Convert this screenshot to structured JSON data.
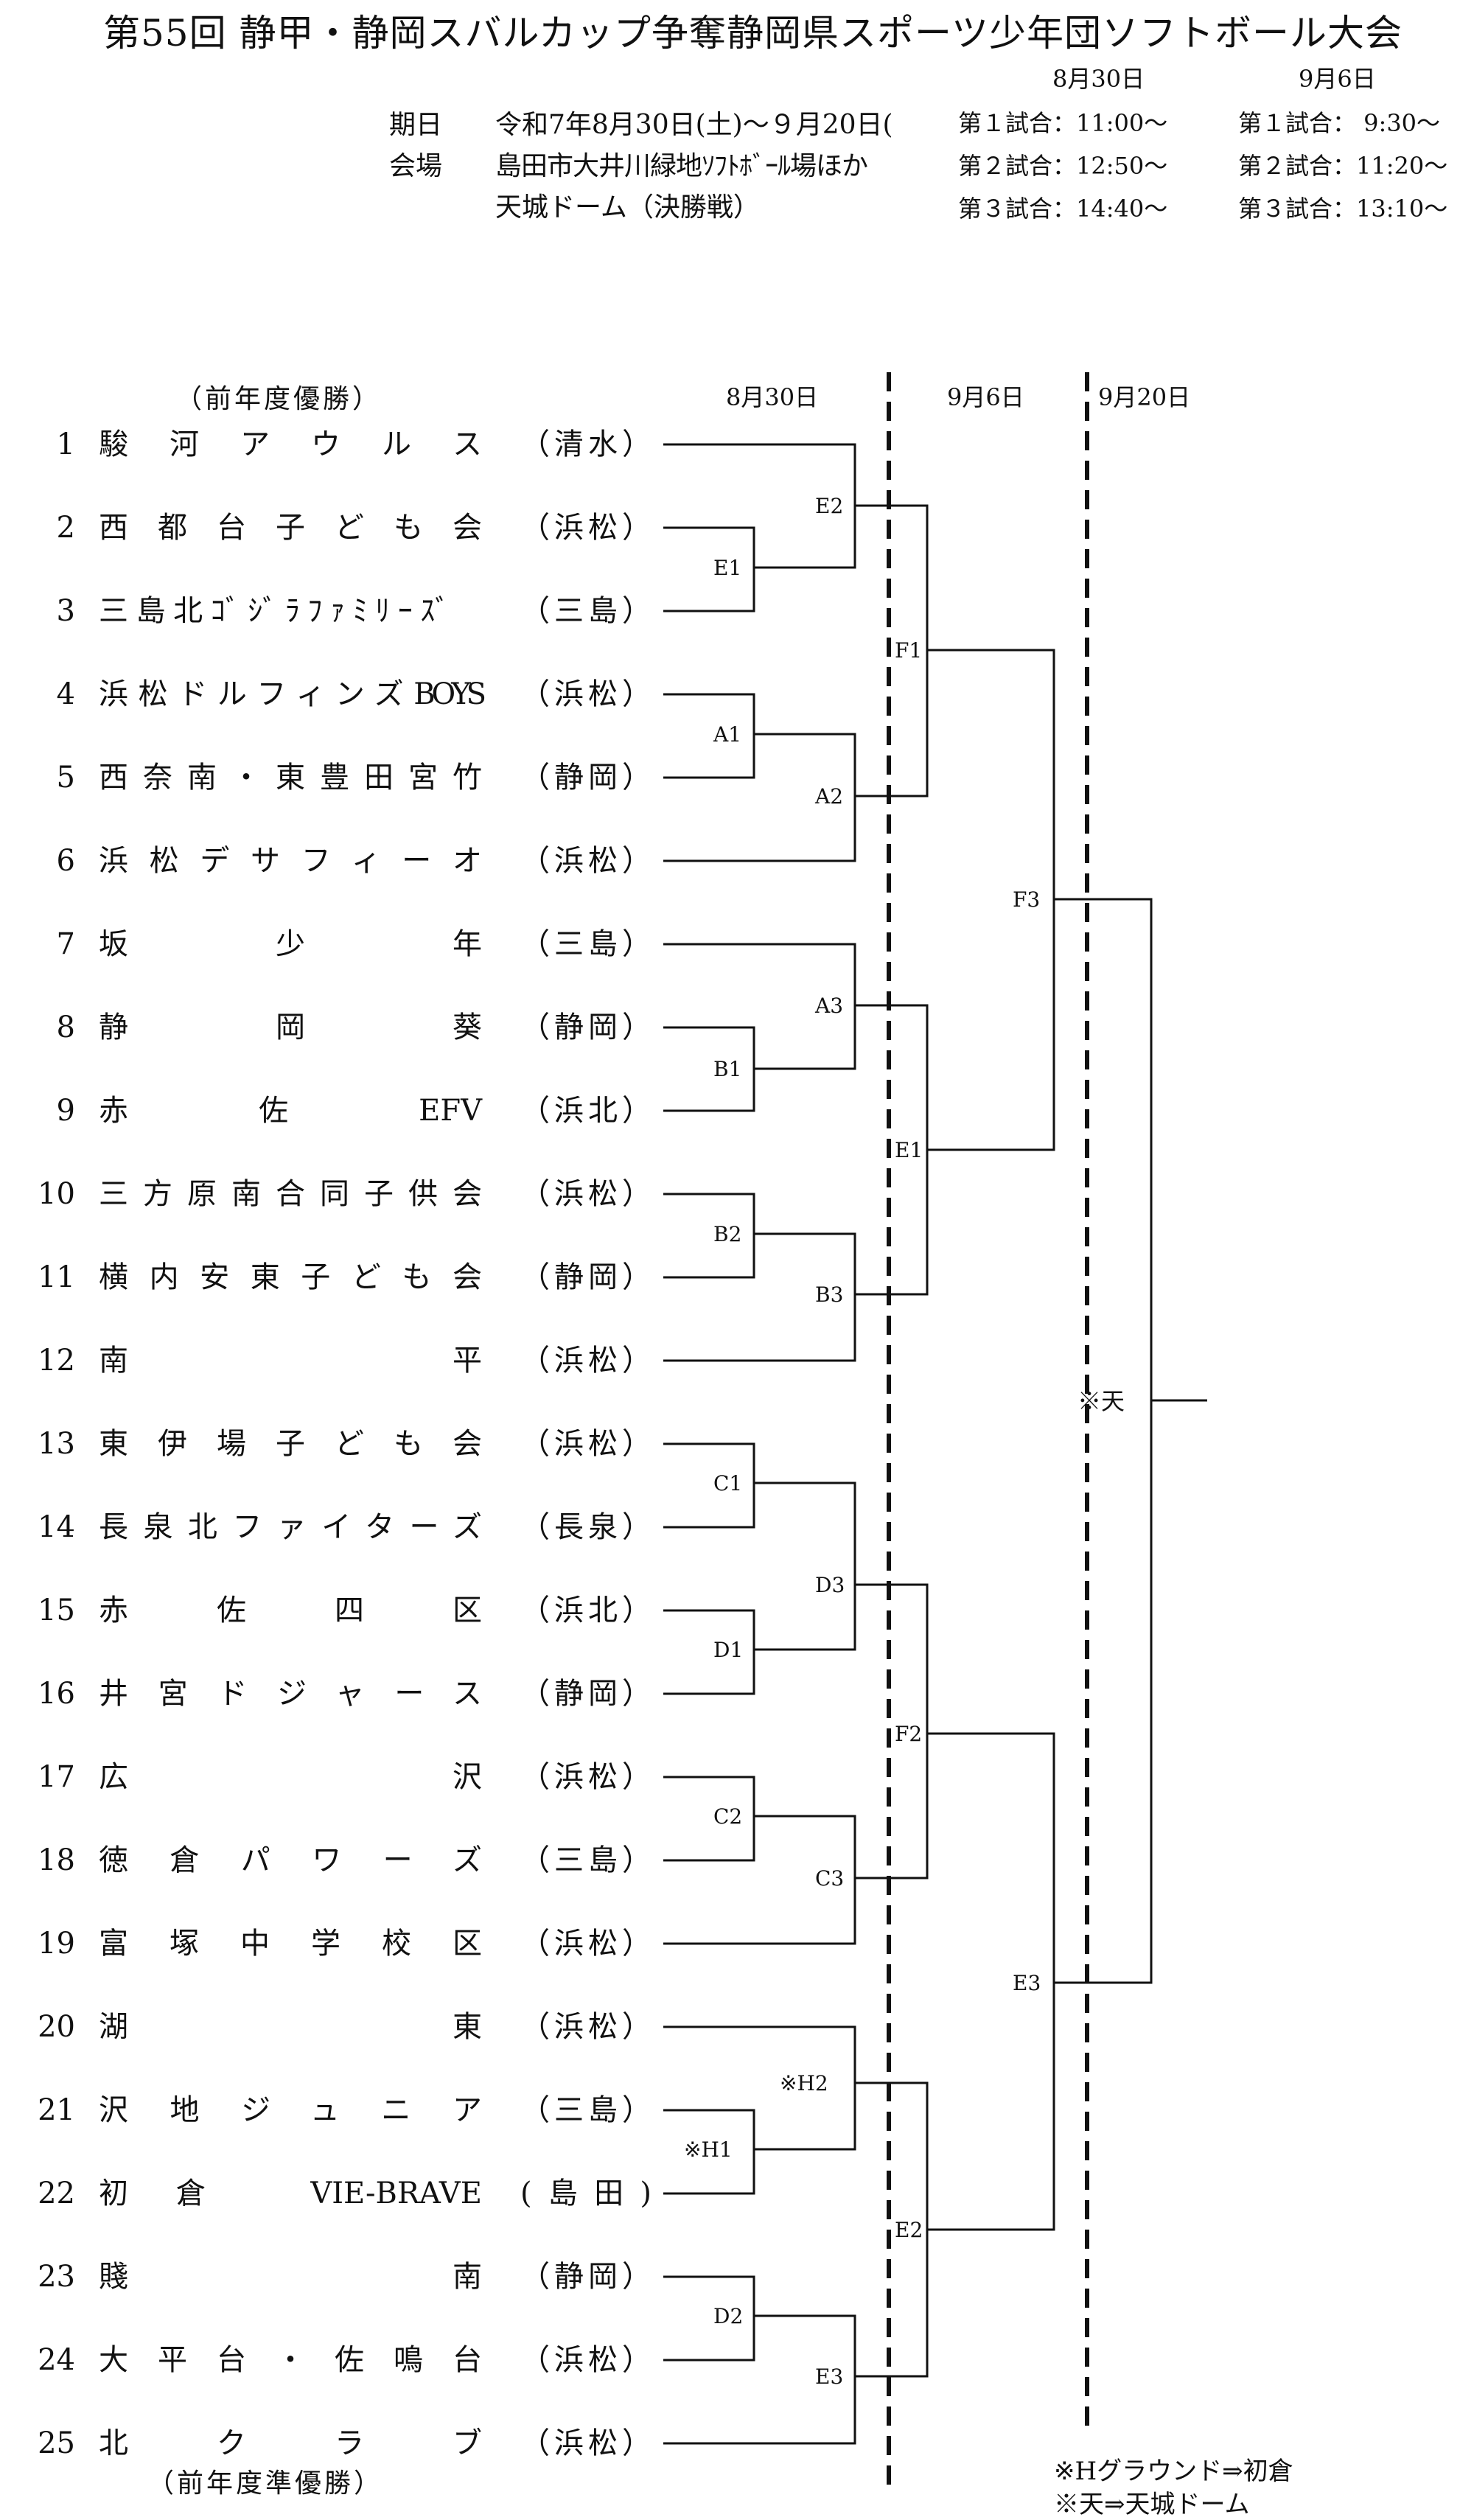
{
  "title": "第55回 静甲・静岡スバルカップ争奪静岡県スポーツ少年団ソフトボール大会",
  "info": {
    "period_label": "期日",
    "period_value": "令和7年8月30日(土)～９月20日(",
    "venue_label": "会場",
    "venue_value": "島田市大井川緑地ｿﾌﾄﾎﾞｰﾙ場ほか",
    "venue_value2": "天城ドーム（決勝戦）"
  },
  "schedule": {
    "day1": {
      "date": "8月30日",
      "games": [
        "第１試合：11:00～",
        "第２試合：12:50～",
        "第３試合：14:40～"
      ]
    },
    "day2": {
      "date": "9月6日",
      "games": [
        "第１試合： 9:30～",
        "第２試合：11:20～",
        "第３試合：13:10～"
      ]
    }
  },
  "bracket_dates": [
    "8月30日",
    "9月6日",
    "9月20日"
  ],
  "previous_winner": "（前年度優勝）",
  "previous_runner_up": "（前年度準優勝）",
  "teams": [
    {
      "num": "1",
      "name": "駿河アウルス",
      "pref": "（清水）"
    },
    {
      "num": "2",
      "name": "西都台子ども会",
      "pref": "（浜松）"
    },
    {
      "num": "3",
      "name": "三島北ｺﾞｼﾞﾗﾌｧﾐﾘｰｽﾞ",
      "pref": "（三島）"
    },
    {
      "num": "4",
      "name": "浜松ドルフィンズBOYS",
      "pref": "（浜松）"
    },
    {
      "num": "5",
      "name": "西奈南・東豊田宮竹",
      "pref": "（静岡）"
    },
    {
      "num": "6",
      "name": "浜松デサフィーオ",
      "pref": "（浜松）"
    },
    {
      "num": "7",
      "name": "坂少年",
      "pref": "（三島）"
    },
    {
      "num": "8",
      "name": "静岡葵",
      "pref": "（静岡）"
    },
    {
      "num": "9",
      "name": "赤佐EFV",
      "pref": "（浜北）"
    },
    {
      "num": "10",
      "name": "三方原南合同子供会",
      "pref": "（浜松）"
    },
    {
      "num": "11",
      "name": "横内安東子ども会",
      "pref": "（静岡）"
    },
    {
      "num": "12",
      "name": "南平",
      "pref": "（浜松）"
    },
    {
      "num": "13",
      "name": "東伊場子ども会",
      "pref": "（浜松）"
    },
    {
      "num": "14",
      "name": "長泉北ファイターズ",
      "pref": "（長泉）"
    },
    {
      "num": "15",
      "name": "赤佐四区",
      "pref": "（浜北）"
    },
    {
      "num": "16",
      "name": "井宮ドジャース",
      "pref": "（静岡）"
    },
    {
      "num": "17",
      "name": "広沢",
      "pref": "（浜松）"
    },
    {
      "num": "18",
      "name": "徳倉パワーズ",
      "pref": "（三島）"
    },
    {
      "num": "19",
      "name": "富塚中学校区",
      "pref": "（浜松）"
    },
    {
      "num": "20",
      "name": "湖東",
      "pref": "（浜松）"
    },
    {
      "num": "21",
      "name": "沢地ジュニア",
      "pref": "（三島）"
    },
    {
      "num": "22",
      "name": "初倉 VIE-BRAVE",
      "pref": "(島田)"
    },
    {
      "num": "23",
      "name": "賤南",
      "pref": "（静岡）"
    },
    {
      "num": "24",
      "name": "大平台・佐鳴台",
      "pref": "（浜松）"
    },
    {
      "num": "25",
      "name": "北クラブ",
      "pref": "（浜松）"
    }
  ],
  "game_labels": {
    "r1": [
      "E1",
      "A1",
      "B1",
      "B2",
      "C1",
      "D1",
      "C2",
      "※H1",
      "D2"
    ],
    "r2": [
      "E2",
      "A2",
      "A3",
      "B3",
      "D3",
      "C3",
      "※H2",
      "E3"
    ],
    "r3": [
      "F1",
      "E1",
      "F2",
      "E2"
    ],
    "r4": [
      "F3",
      "E3"
    ],
    "final": "※天"
  },
  "notes": [
    "※Hグラウンド⇒初倉",
    "※天⇒天城ドーム"
  ]
}
